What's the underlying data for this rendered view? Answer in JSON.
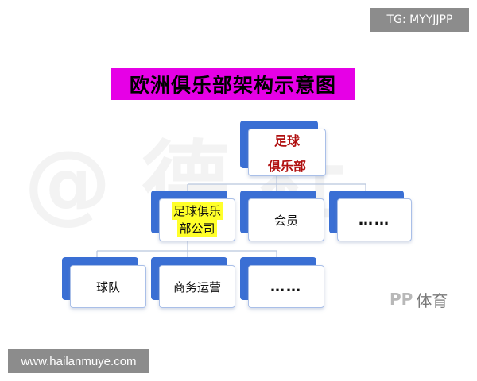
{
  "badges": {
    "top_right": "TG: MYYJJPP",
    "bottom_left": "www.hailanmuye.com"
  },
  "watermark": "@ 德 社",
  "title": "欧洲俱乐部架构示意图",
  "nodes": {
    "root": {
      "line1": "足球",
      "line2": "俱乐部"
    },
    "company": {
      "line1": "足球俱乐",
      "line2": "部公司"
    },
    "members": "会员",
    "more_level2": "……",
    "team": "球队",
    "commercial": "商务运营",
    "more_level3": "……"
  },
  "logo": {
    "mark": "PP",
    "text": "体育"
  },
  "colors": {
    "title_bg": "#e600e6",
    "node_shadow": "#3a6fd4",
    "node_border": "#a9bfe8",
    "root_text": "#b01010",
    "highlight": "#ffff2a",
    "badge_bg": "#8c8c8c"
  }
}
